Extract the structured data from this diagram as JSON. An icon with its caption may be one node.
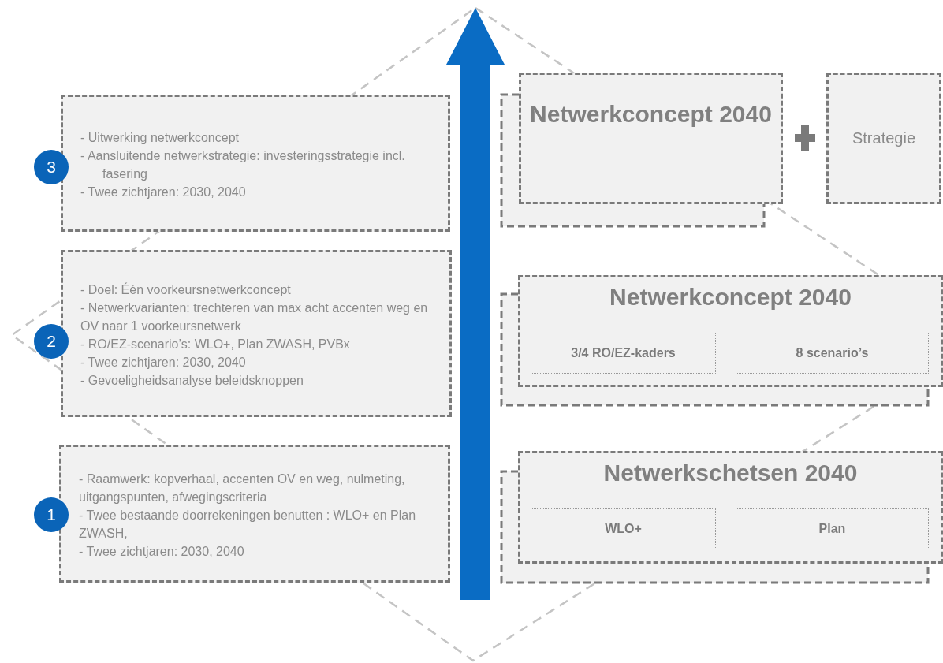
{
  "diagram": {
    "nodes": [
      {
        "text": [
          "- Uitwerking netwerkconcept",
          "- Aansluitende netwerkstrategie: investeringsstrategie incl. fasering",
          "- Twee zichtjaren: 2030, 2040"
        ]
      },
      {
        "text": [
          "3"
        ]
      },
      {
        "text": [
          "Netwerkconcept 2040"
        ]
      },
      {
        "text": [
          "Strategie"
        ]
      },
      {
        "text": [
          "- Doel: Één voorkeursnetwerkconcept",
          "- Netwerkvarianten: trechteren van max acht accenten weg en OV naar 1 voorkeursnetwerk",
          "- RO/EZ-scenario’s: WLO+, Plan ZWASH, PVBx",
          "- Twee zichtjaren: 2030, 2040",
          "- Gevoeligheidsanalyse beleidsknoppen"
        ]
      },
      {
        "text": [
          "2"
        ]
      },
      {
        "text": [
          "Netwerkconcept 2040"
        ]
      },
      {
        "text": [
          "3/4 RO/EZ-kaders"
        ],
        "in": 6
      },
      {
        "text": [
          "8 scenario’s"
        ],
        "in": 6
      },
      {
        "text": [
          "- Raamwerk: kopverhaal, accenten OV en weg, nulmeting, uitgangspunten, afwegingscriteria",
          "- Twee bestaande doorrekeningen benutten : WLO+ en Plan ZWASH,",
          "- Twee zichtjaren: 2030, 2040"
        ]
      },
      {
        "text": [
          "1"
        ]
      },
      {
        "text": [
          "Netwerkschetsen 2040"
        ]
      },
      {
        "text": [
          "WLO+"
        ],
        "in": 11
      },
      {
        "text": [
          "Plan"
        ],
        "in": 11
      }
    ]
  }
}
